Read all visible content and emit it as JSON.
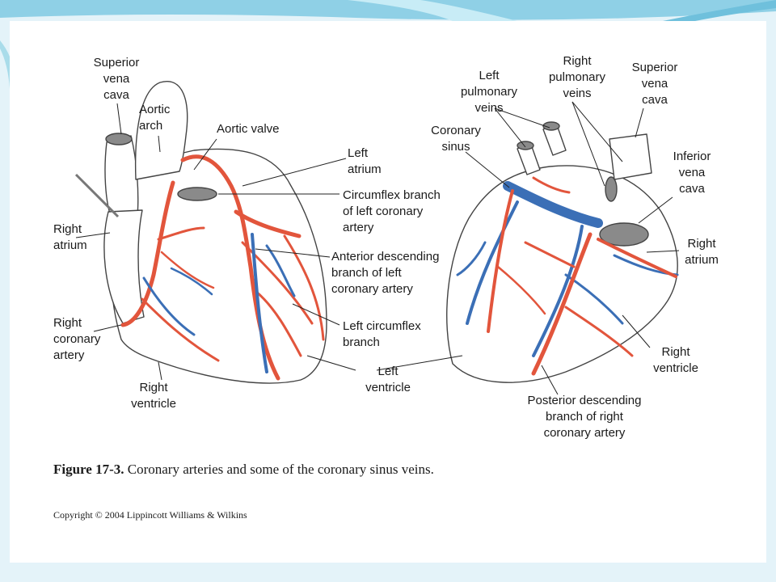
{
  "colors": {
    "artery": "#e2553c",
    "vein": "#3b6fb6",
    "outline": "#444444",
    "slide_band": "#8fd0e6"
  },
  "labels": {
    "superior_vena_cava_left": "Superior\nvena\ncava",
    "aortic_arch": "Aortic\narch",
    "aortic_valve": "Aortic valve",
    "left_atrium": "Left\natrium",
    "circumflex_branch": "Circumflex branch\nof left coronary\nartery",
    "right_atrium_left": "Right\natrium",
    "anterior_descending": "Anterior descending\nbranch of left\ncoronary artery",
    "right_coronary_artery": "Right\ncoronary\nartery",
    "left_circumflex_branch": "Left circumflex\nbranch",
    "right_ventricle_left": "Right\nventricle",
    "left_ventricle": "Left\nventricle",
    "left_pulmonary_veins": "Left\npulmonary\nveins",
    "right_pulmonary_veins": "Right\npulmonary\nveins",
    "superior_vena_cava_right": "Superior\nvena\ncava",
    "coronary_sinus": "Coronary\nsinus",
    "inferior_vena_cava": "Inferior\nvena\ncava",
    "right_atrium_right": "Right\natrium",
    "right_ventricle_right": "Right\nventricle",
    "posterior_descending": "Posterior descending\nbranch of right\ncoronary artery"
  },
  "caption": {
    "figure_number": "Figure 17-3.",
    "text": " Coronary arteries and some of the coronary sinus veins."
  },
  "copyright": "Copyright © 2004 Lippincott Williams & Wilkins"
}
